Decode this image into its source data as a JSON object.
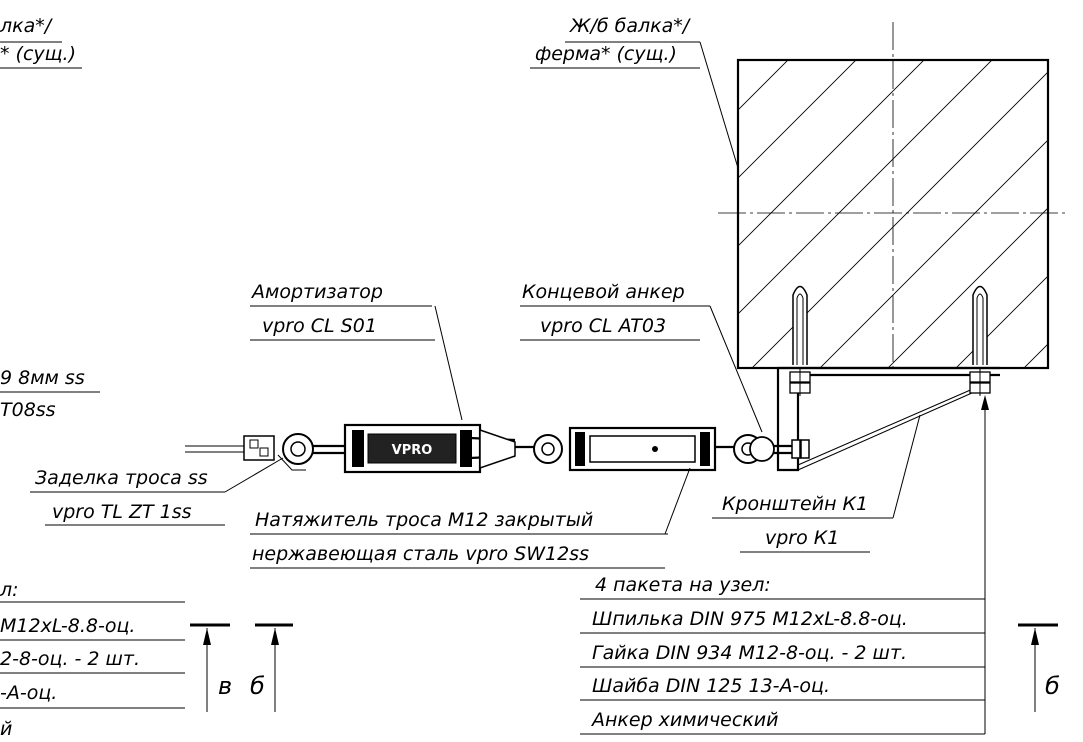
{
  "labels": {
    "beam_right_1": "Ж/б балка*/",
    "beam_right_2": "ферма* (сущ.)",
    "beam_left_1": "лка*/",
    "beam_left_2": "* (сущ.)",
    "absorber_1": "Амортизатор",
    "absorber_2": "vpro CL S01",
    "end_anchor_1": "Концевой анкер",
    "end_anchor_2": "vpro CL AT03",
    "cable_1": "9 8мм ss",
    "cable_2": "T08ss",
    "termination_1": "Заделка троса ss",
    "termination_2": "vpro TL ZT 1ss",
    "tensioner_1": "Натяжитель троса М12 закрытый",
    "tensioner_2": "нержавеющая сталь vpro SW12ss",
    "bracket_1": "Кронштейн К1",
    "bracket_2": "vpro К1",
    "pack_title": "4 пакета на узел:",
    "pack_items": [
      "Шпилька DIN 975 М12xL-8.8-оц.",
      "Гайка DIN 934 М12-8-оц. - 2 шт.",
      "Шайба DIN 125 13-А-оц.",
      "Анкер химический"
    ],
    "left_pack_title": "л:",
    "left_pack_items": [
      "М12xL-8.8-оц.",
      "2-8-оц. - 2 шт.",
      "-А-оц.",
      "й"
    ],
    "section_v": "в",
    "section_b_left": "б",
    "section_b_right": "б",
    "device_text": "VPRO"
  }
}
